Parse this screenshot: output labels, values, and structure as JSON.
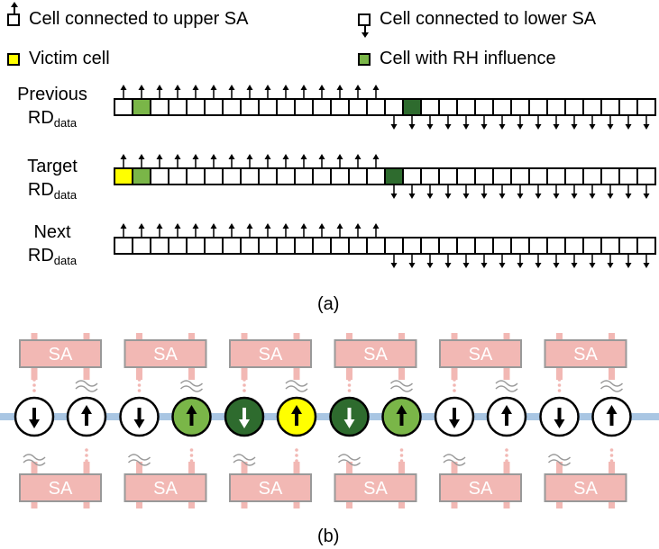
{
  "legend": {
    "upper": "Cell connected to upper SA",
    "lower": "Cell connected to lower SA",
    "victim": "Victim cell",
    "rh": "Cell with RH influence"
  },
  "colors": {
    "victim": "#ffff00",
    "rh_light": "#7ab648",
    "rh_dark": "#2e6b2e",
    "sa_fill": "#f2b8b4",
    "sa_stroke": "#999999",
    "sa_text": "#ffffff",
    "wire": "#a9c6e3",
    "pink_line": "#f2b8b4"
  },
  "rows": [
    {
      "label_main": "Previous",
      "label_rd": "RD",
      "label_sub": "data",
      "upper_count": 15,
      "highlights": [
        {
          "index": 1,
          "kind": "rh_light"
        },
        {
          "index": 16,
          "kind": "rh_dark"
        }
      ]
    },
    {
      "label_main": "Target",
      "label_rd": "RD",
      "label_sub": "data",
      "upper_count": 15,
      "highlights": [
        {
          "index": 0,
          "kind": "victim"
        },
        {
          "index": 1,
          "kind": "rh_light"
        },
        {
          "index": 15,
          "kind": "rh_dark"
        }
      ]
    },
    {
      "label_main": "Next",
      "label_rd": "RD",
      "label_sub": "data",
      "upper_count": 15,
      "highlights": []
    }
  ],
  "total_cells": 30,
  "caption_a": "(a)",
  "caption_b": "(b)",
  "sa_label": "SA",
  "circles": [
    {
      "fill": "white",
      "arrow": "down",
      "arrow_color": "black"
    },
    {
      "fill": "white",
      "arrow": "up",
      "arrow_color": "black"
    },
    {
      "fill": "white",
      "arrow": "down",
      "arrow_color": "black"
    },
    {
      "fill": "rh_light",
      "arrow": "up",
      "arrow_color": "black"
    },
    {
      "fill": "rh_dark",
      "arrow": "down",
      "arrow_color": "white"
    },
    {
      "fill": "victim",
      "arrow": "up",
      "arrow_color": "black"
    },
    {
      "fill": "rh_dark",
      "arrow": "down",
      "arrow_color": "white"
    },
    {
      "fill": "rh_light",
      "arrow": "up",
      "arrow_color": "black"
    },
    {
      "fill": "white",
      "arrow": "down",
      "arrow_color": "black"
    },
    {
      "fill": "white",
      "arrow": "up",
      "arrow_color": "black"
    },
    {
      "fill": "white",
      "arrow": "down",
      "arrow_color": "black"
    },
    {
      "fill": "white",
      "arrow": "up",
      "arrow_color": "black"
    }
  ]
}
